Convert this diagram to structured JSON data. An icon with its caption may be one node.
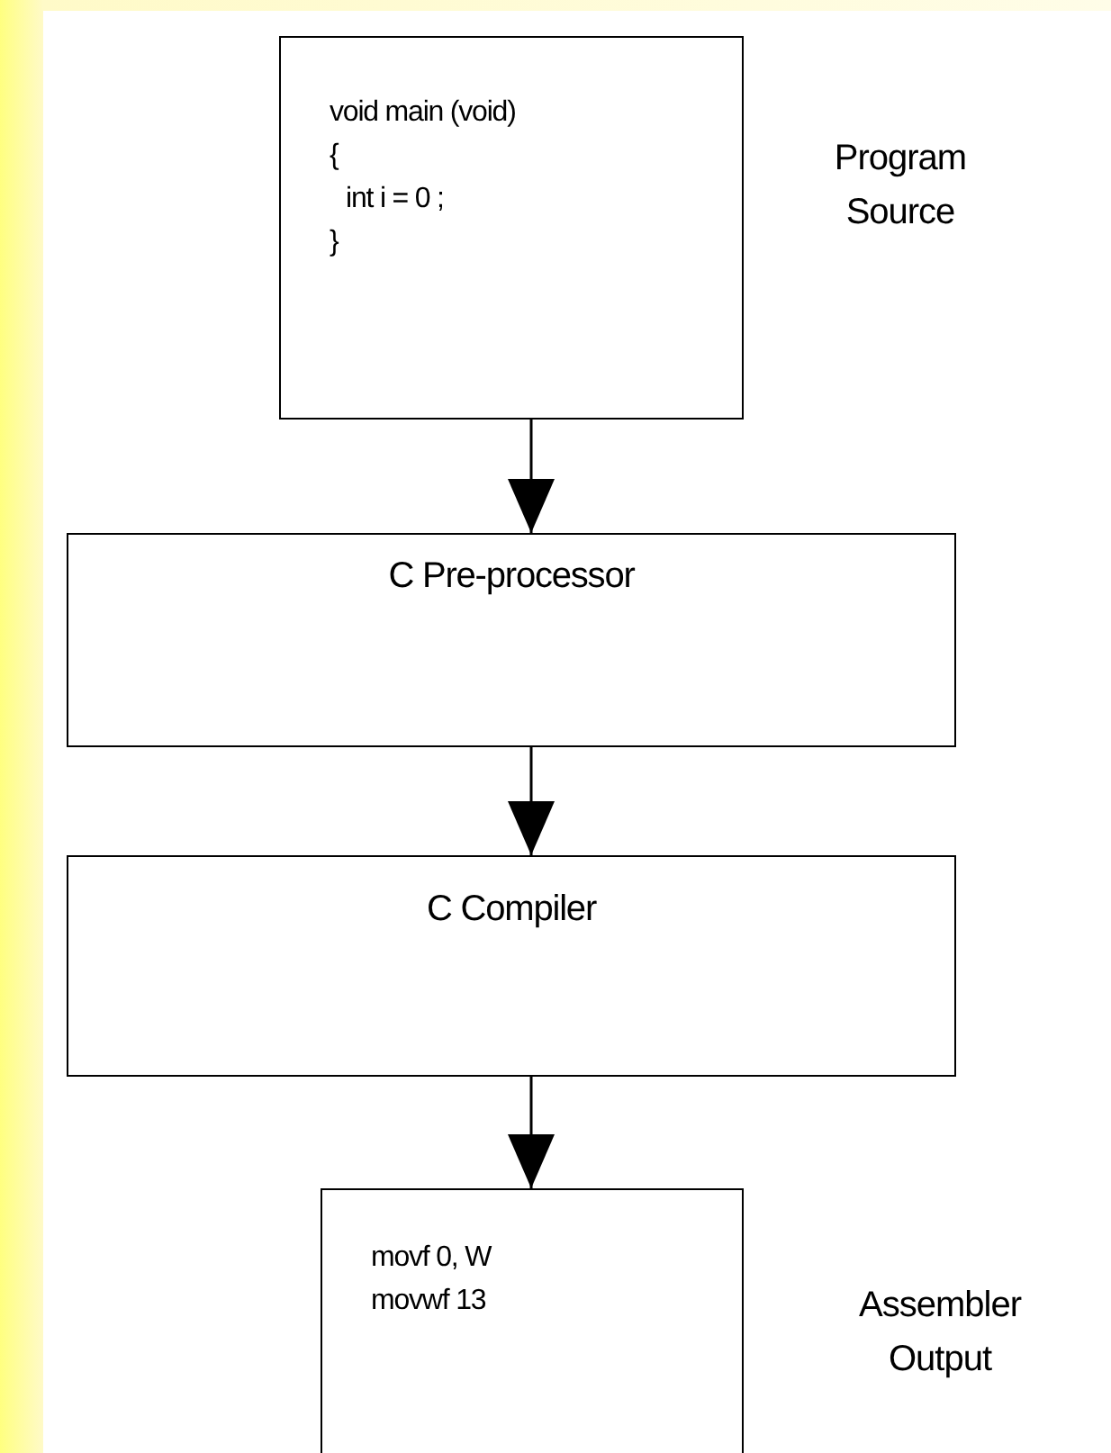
{
  "diagram": {
    "nodes": [
      {
        "text": [
          "void main (void)",
          "{",
          "int i = 0 ;",
          "}"
        ],
        "beside": [
          "Program Source"
        ]
      },
      {
        "text": [
          "C Pre-processor"
        ]
      },
      {
        "text": [
          "C Compiler"
        ]
      },
      {
        "text": [
          "movf 0, W",
          "movwf 13"
        ],
        "beside": [
          "Assembler Output"
        ]
      }
    ],
    "edges": [
      {
        "from": 0,
        "to": 1,
        "arrow": "to"
      },
      {
        "from": 1,
        "to": 2,
        "arrow": "to"
      },
      {
        "from": 2,
        "to": 3,
        "arrow": "to"
      }
    ]
  }
}
